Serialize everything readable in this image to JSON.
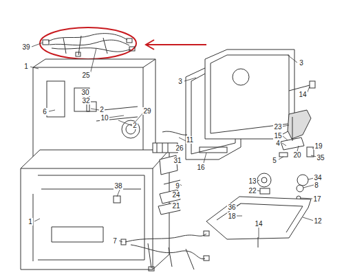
{
  "diagram": {
    "labels": [
      "39",
      "25",
      "1",
      "30",
      "32",
      "2",
      "6",
      "10",
      "29",
      "2",
      "3",
      "3",
      "14",
      "16",
      "11",
      "23",
      "26",
      "15",
      "4",
      "20",
      "19",
      "35",
      "31",
      "5",
      "9",
      "13",
      "22",
      "24",
      "34",
      "8",
      "38",
      "21",
      "17",
      "36",
      "18",
      "12",
      "14",
      "1",
      "7"
    ]
  }
}
